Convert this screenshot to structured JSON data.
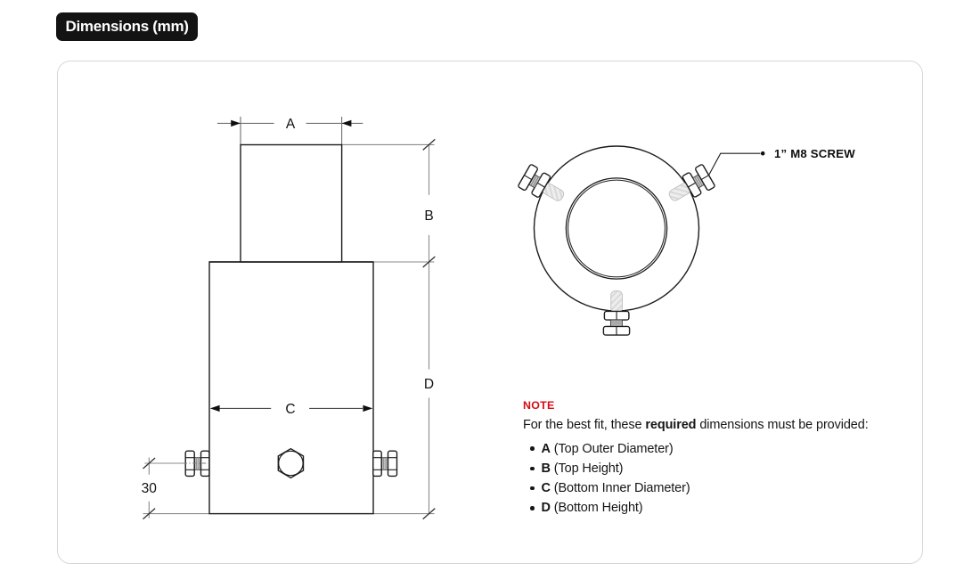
{
  "header": {
    "badge": "Dimensions (mm)",
    "badge_bg": "#141414",
    "badge_color": "#ffffff"
  },
  "drawing": {
    "front_view": {
      "dim_a_label": "A",
      "dim_b_label": "B",
      "dim_c_label": "C",
      "dim_d_label": "D",
      "offset_label": "30"
    },
    "top_view": {
      "callout_label": "1” M8 SCREW"
    }
  },
  "note": {
    "heading": "NOTE",
    "heading_color": "#d50d13",
    "intro_prefix": "For the best fit, these ",
    "intro_bold": "required",
    "intro_suffix": " dimensions must be provided:",
    "items": [
      {
        "key": "A",
        "desc": "(Top Outer Diameter)"
      },
      {
        "key": "B",
        "desc": "(Top Height)"
      },
      {
        "key": "C",
        "desc": "(Bottom Inner Diameter)"
      },
      {
        "key": "D",
        "desc": "(Bottom Height)"
      }
    ]
  }
}
